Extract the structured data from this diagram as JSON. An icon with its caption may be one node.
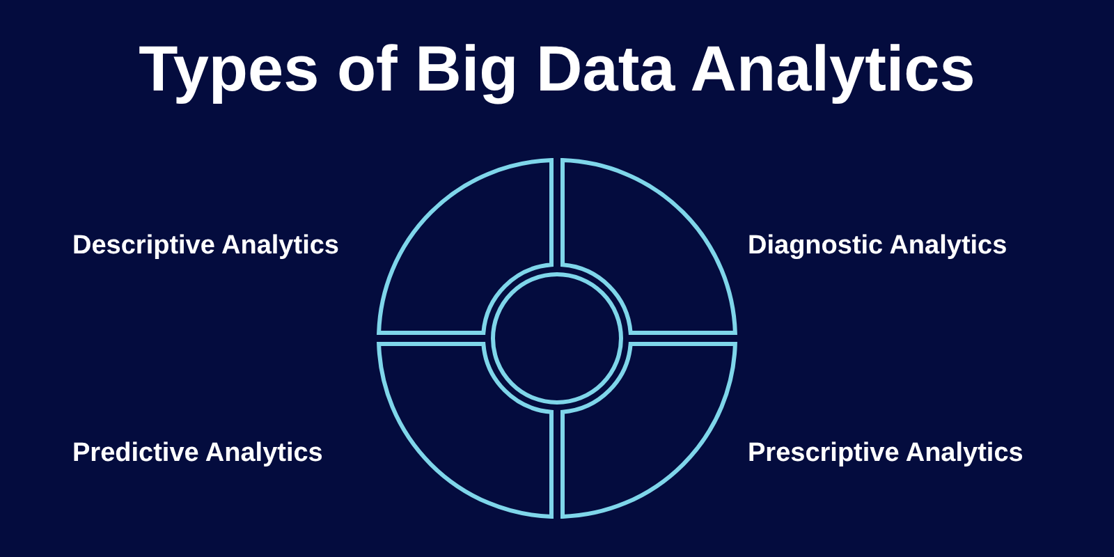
{
  "diagram": {
    "title": "Types of Big Data Analytics",
    "nodes": [
      {
        "text": [],
        "shape": "segment",
        "beside": [
          "Descriptive Analytics"
        ]
      },
      {
        "text": [],
        "shape": "segment",
        "beside": [
          "Diagnostic Analytics"
        ]
      },
      {
        "text": [],
        "shape": "circle"
      },
      {
        "text": [],
        "shape": "segment",
        "beside": [
          "Predictive Analytics"
        ]
      },
      {
        "text": [],
        "shape": "segment",
        "beside": [
          "Prescriptive Analytics"
        ]
      }
    ],
    "edges": []
  }
}
